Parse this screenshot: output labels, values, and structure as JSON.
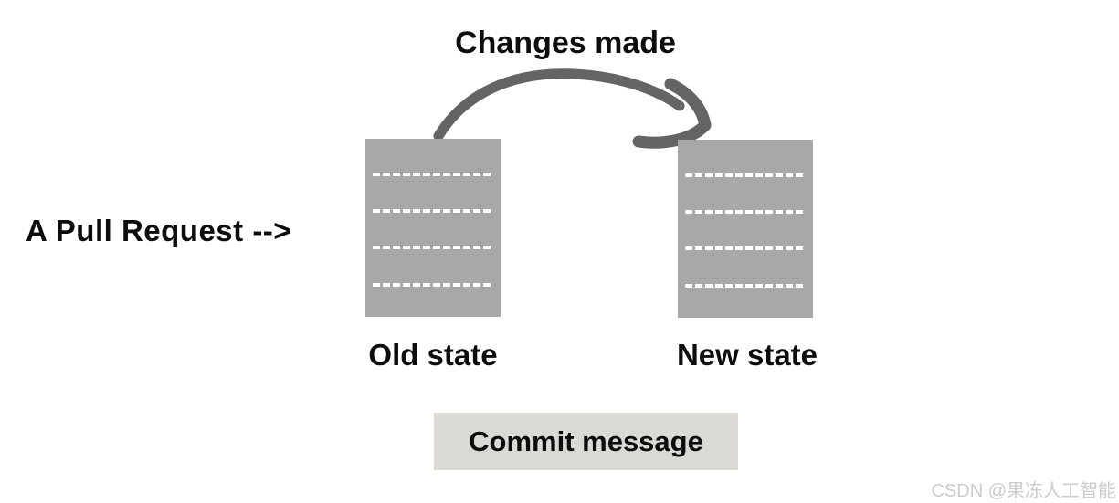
{
  "diagram": {
    "title": "Changes made",
    "pull_request_label": "A Pull Request -->",
    "old_state": {
      "label": "Old state"
    },
    "new_state": {
      "label": "New state"
    },
    "commit_message_label": "Commit message",
    "dashed_lines_per_document": 4,
    "colors": {
      "background": "#ffffff",
      "document_gray": "#a8a8a8",
      "dashed_line_white": "#ffffff",
      "arrow_gray": "#646464",
      "commit_box_background": "#dbd9d4",
      "text_black": "#0d0d0d",
      "watermark_gray": "#cbcbcb"
    }
  },
  "watermark": {
    "text": "CSDN @果冻人工智能"
  }
}
